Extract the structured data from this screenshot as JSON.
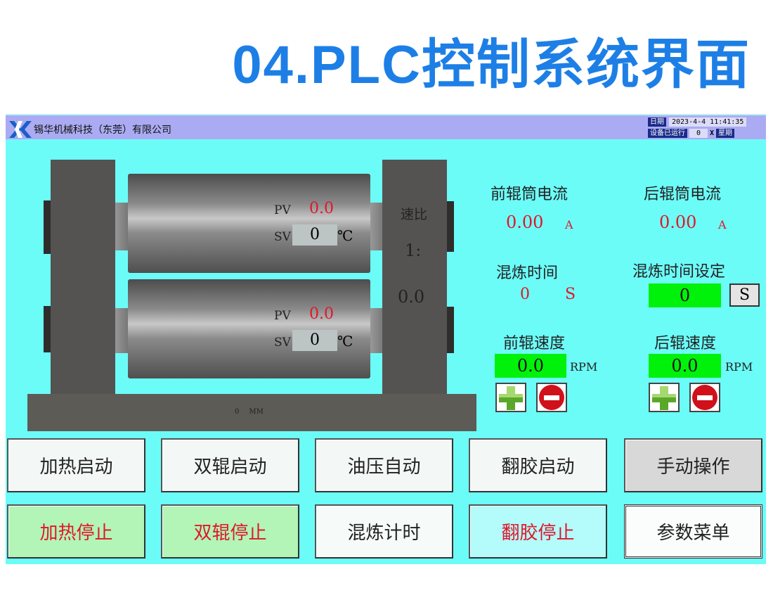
{
  "page_title": "04.PLC控制系统界面",
  "header": {
    "company": "锡华机械科技（东莞）有限公司",
    "date_label": "日期",
    "datetime": "2023-4-4 11:41:35",
    "runtime_label": "设备已运行",
    "runtime_value": "0",
    "weekday_label": "星期",
    "weekday_value": "X"
  },
  "machine": {
    "top_roller": {
      "pv_label": "PV",
      "pv": "0.0",
      "sv_label": "SV",
      "sv": "0",
      "unit": "℃"
    },
    "bottom_roller": {
      "pv_label": "PV",
      "pv": "0.0",
      "sv_label": "SV",
      "sv": "0",
      "unit": "℃"
    },
    "ratio_label": "速比",
    "ratio_prefix": "1:",
    "ratio_value": "0.0",
    "gap_value": "0",
    "gap_unit": "MM"
  },
  "readouts": {
    "front_current_label": "前辊筒电流",
    "front_current": "0.00",
    "front_current_unit": "A",
    "rear_current_label": "后辊筒电流",
    "rear_current": "0.00",
    "rear_current_unit": "A",
    "mix_time_label": "混炼时间",
    "mix_time": "0",
    "mix_time_unit": "S",
    "mix_set_label": "混炼时间设定",
    "mix_set": "0",
    "mix_set_unit": "S",
    "front_speed_label": "前辊速度",
    "front_speed": "0.0",
    "rear_speed_label": "后辊速度",
    "rear_speed": "0.0",
    "speed_unit": "RPM"
  },
  "buttons": {
    "row1": [
      "加热启动",
      "双辊启动",
      "油压自动",
      "翻胶启动",
      "手动操作"
    ],
    "row2": [
      "加热停止",
      "双辊停止",
      "混炼计时",
      "翻胶停止",
      "参数菜单"
    ]
  },
  "colors": {
    "title": "#1d7fe6",
    "panel": "#6cfcf8",
    "header": "#ababf3",
    "green_display": "#00f20a"
  }
}
